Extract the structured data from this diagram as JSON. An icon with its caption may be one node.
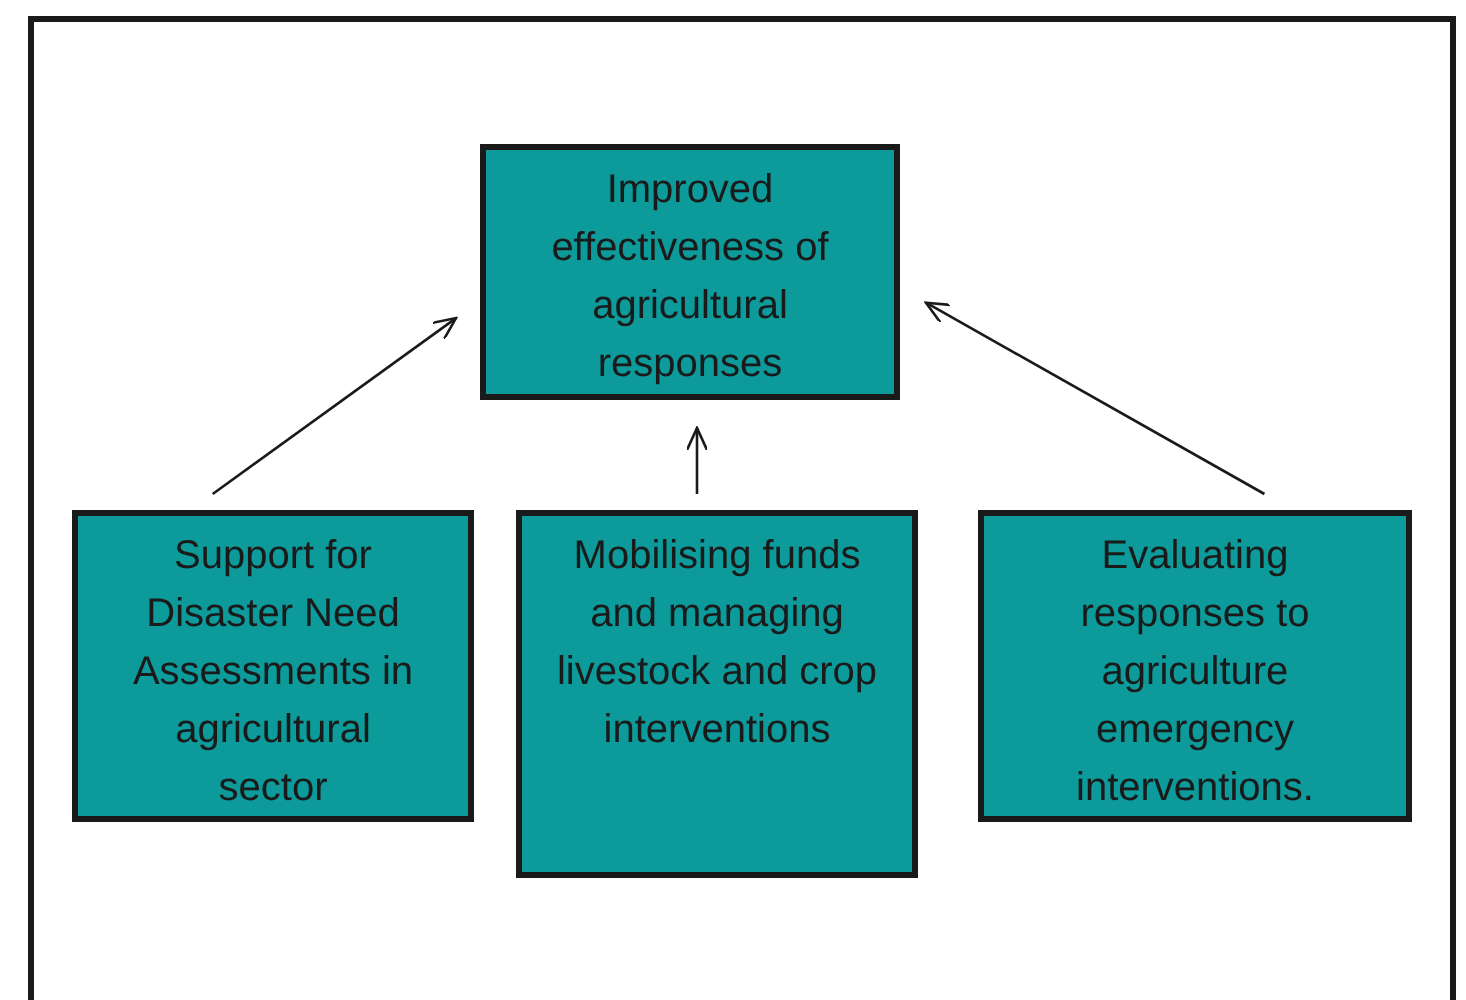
{
  "diagram": {
    "nodes": [
      {
        "text": [
          "Improved effectiveness of agricultural responses"
        ]
      },
      {
        "text": [
          "Support for Disaster Need Assessments in agricultural sector"
        ]
      },
      {
        "text": [
          "Mobilising funds and managing livestock and crop interventions"
        ]
      },
      {
        "text": [
          "Evaluating responses to agriculture emergency interventions."
        ]
      }
    ],
    "edges": [
      {
        "from": 1,
        "to": 0,
        "arrow": "to"
      },
      {
        "from": 2,
        "to": 0,
        "arrow": "to"
      },
      {
        "from": 3,
        "to": 0,
        "arrow": "to"
      }
    ]
  }
}
